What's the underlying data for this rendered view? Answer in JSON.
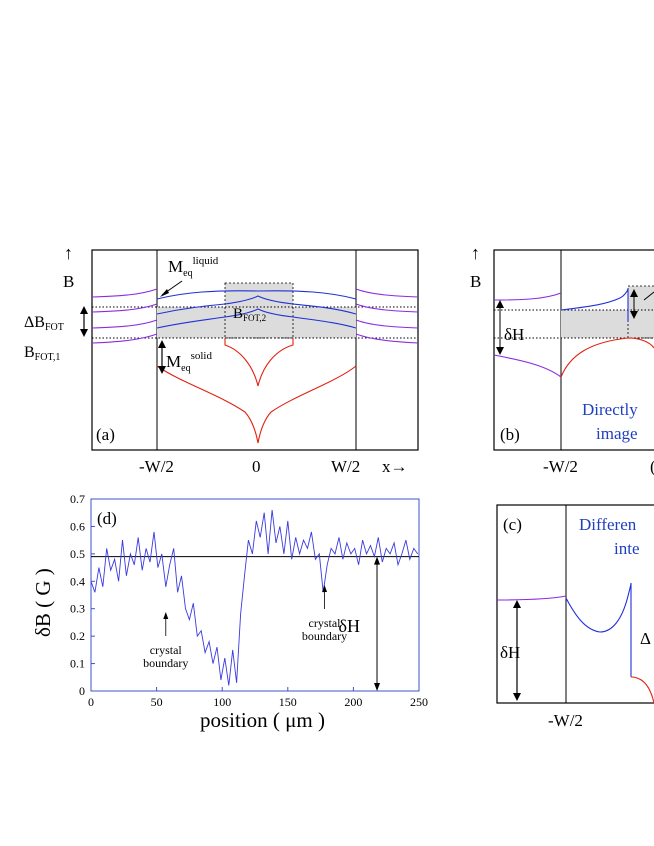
{
  "colors": {
    "red": "#e32010",
    "blue": "#2030d8",
    "violet": "#8a2be2",
    "noise": "#3a3ae0",
    "gray_fill": "#dcdcdc",
    "note_blue": "#1f3fbf"
  },
  "panel_a": {
    "tag": "(a)",
    "y_axis": "B",
    "up_arrow": "↑",
    "x_ticks": [
      "-W/2",
      "0",
      "W/2"
    ],
    "x_axis": "x→",
    "delta_b_fot": "ΔB",
    "delta_b_fot_sub": "FOT",
    "b_fot1": "B",
    "b_fot1_sub": "FOT,1",
    "b_fot2": "B",
    "b_fot2_sub": "FOT,2",
    "meq_liquid": "M",
    "meq_liquid_sub": "eq",
    "meq_liquid_sup": "liquid",
    "meq_solid": "M",
    "meq_solid_sub": "eq",
    "meq_solid_sup": "solid"
  },
  "panel_b": {
    "tag": "(b)",
    "y_axis": "B",
    "up_arrow": "↑",
    "x_tick_left": "-W/2",
    "x_tick_center": "(",
    "delta_h": "δH",
    "note_line1": "Directly",
    "note_line2": "image"
  },
  "panel_c": {
    "tag": "(c)",
    "x_tick_left": "-W/2",
    "delta_h": "δH",
    "note_line1": "Differen",
    "note_line2": "inte",
    "delta_partial": "Δ"
  },
  "chart_data": [
    {
      "panel": "(d)",
      "type": "line",
      "title": "",
      "xlabel": "position ( μm )",
      "ylabel": "δB ( G )",
      "xlim": [
        0,
        250
      ],
      "ylim": [
        0,
        0.7
      ],
      "x_ticks": [
        0,
        50,
        100,
        150,
        200,
        250
      ],
      "y_ticks": [
        0,
        0.1,
        0.2,
        0.3,
        0.4,
        0.5,
        0.6,
        0.7
      ],
      "y_tick_labels": [
        "0",
        "0.1",
        "0.2",
        "0.3",
        "0.4",
        "0.5",
        "0.6",
        "0.7"
      ],
      "reference_line_y": 0.49,
      "annotations": [
        {
          "text": "crystal boundary",
          "x": 57
        },
        {
          "text": "crystal boundary",
          "x": 178
        },
        {
          "text": "δH",
          "x": 218
        }
      ],
      "series": [
        {
          "x": [
            0,
            3,
            6,
            9,
            12,
            15,
            18,
            21,
            24,
            27,
            30,
            33,
            36,
            39,
            42,
            45,
            48,
            51,
            54,
            57,
            60,
            63,
            66,
            69,
            72,
            75,
            78,
            81,
            84,
            87,
            90,
            93,
            96,
            99,
            102,
            105,
            108,
            111,
            114,
            117,
            120,
            123,
            126,
            129,
            132,
            135,
            138,
            141,
            144,
            147,
            150,
            153,
            156,
            159,
            162,
            165,
            168,
            171,
            174,
            177,
            180,
            183,
            186,
            189,
            192,
            195,
            198,
            201,
            204,
            207,
            210,
            213,
            216,
            219,
            222,
            225,
            228,
            231,
            234,
            237,
            240,
            243,
            246,
            249
          ],
          "y": [
            0.4,
            0.36,
            0.45,
            0.38,
            0.52,
            0.44,
            0.48,
            0.4,
            0.55,
            0.42,
            0.5,
            0.46,
            0.56,
            0.44,
            0.52,
            0.47,
            0.58,
            0.45,
            0.5,
            0.38,
            0.46,
            0.52,
            0.36,
            0.42,
            0.3,
            0.26,
            0.32,
            0.2,
            0.22,
            0.14,
            0.18,
            0.1,
            0.16,
            0.04,
            0.12,
            0.02,
            0.15,
            0.03,
            0.28,
            0.42,
            0.55,
            0.5,
            0.62,
            0.56,
            0.65,
            0.5,
            0.66,
            0.54,
            0.6,
            0.5,
            0.62,
            0.48,
            0.56,
            0.5,
            0.55,
            0.52,
            0.58,
            0.48,
            0.5,
            0.36,
            0.46,
            0.52,
            0.5,
            0.56,
            0.48,
            0.54,
            0.5,
            0.52,
            0.46,
            0.55,
            0.5,
            0.53,
            0.49,
            0.56,
            0.47,
            0.52,
            0.5,
            0.54,
            0.46,
            0.5,
            0.55,
            0.48,
            0.52,
            0.5
          ]
        }
      ]
    }
  ]
}
